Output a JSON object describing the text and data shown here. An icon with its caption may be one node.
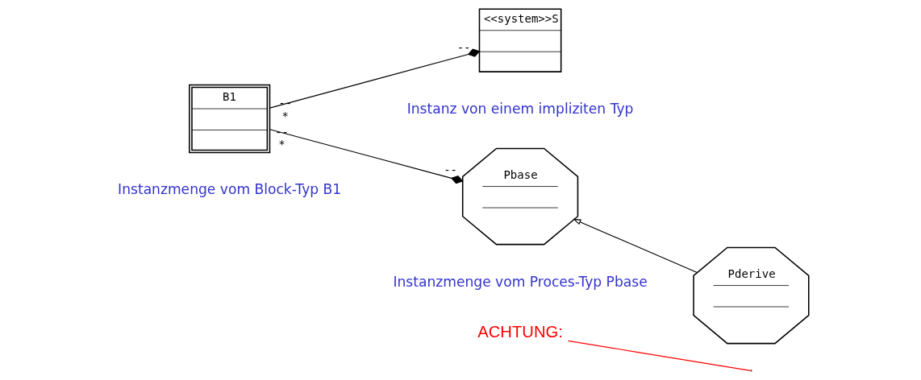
{
  "diagram": {
    "nodes": [
      {
        "text": [
          "<<system>>S"
        ],
        "beside": [
          "Instanz von einem impliziten Typ"
        ]
      },
      {
        "text": [
          "B1"
        ],
        "beside": [
          "Instanzmenge vom Block-Typ B1"
        ]
      },
      {
        "text": [
          "Pbase"
        ],
        "beside": [
          "Instanzmenge vom Proces-Typ Pbase"
        ]
      },
      {
        "text": [
          "Pderive"
        ]
      },
      {
        "text": [
          "ACHTUNG:"
        ]
      }
    ],
    "edges": [
      {
        "from": 1,
        "to": 0,
        "arrow": "other"
      },
      {
        "from": 1,
        "to": 2,
        "arrow": "other"
      },
      {
        "from": 3,
        "to": 2,
        "arrow": "to"
      },
      {
        "from": 4,
        "to": null,
        "arrow": "none",
        "color": "#ff0000"
      }
    ],
    "labels": [
      "--",
      "--",
      "*",
      "--",
      "*",
      "--"
    ]
  }
}
